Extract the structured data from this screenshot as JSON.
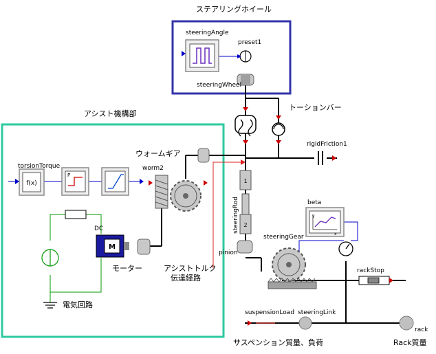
{
  "groups": {
    "steering_wheel": "ステアリングホイール",
    "assist": "アシスト機構部",
    "torsion_bar": "トーションバー",
    "worm_gear": "ウォームギア",
    "motor": "モーター",
    "assist_path_line1": "アシストトルク",
    "assist_path_line2": "伝達経路",
    "circuit": "電気回路",
    "suspension": "サスペンション質量、負荷",
    "rack_mass": "Rack質量"
  },
  "components": {
    "steering_angle": "steeringAngle",
    "preset": "preset1",
    "steering_wheel": "steeringWheel",
    "rigid_friction": "rigidFriction1",
    "torsion_torque": "torsionTorque",
    "fx": "f(x)",
    "gain_p": "P",
    "worm": "worm2",
    "dc": "DC",
    "motor_m": "M",
    "steering_rod": "steeringRod",
    "joint1": "1",
    "joint2": "2",
    "pinion": "pinion",
    "steering_gear": "steeringGear",
    "beta": "beta",
    "rack_stop": "rackStop",
    "suspension_load": "suspensionLoad",
    "steering_link": "steeringLink",
    "rack": "rack",
    "plot_y": "y",
    "plot_x": "x"
  },
  "colors": {
    "steering_box": "#3333aa",
    "assist_box": "#2dc9a0",
    "signal": "#0000cc",
    "electric": "#009a00",
    "flange": "#cc0000"
  }
}
